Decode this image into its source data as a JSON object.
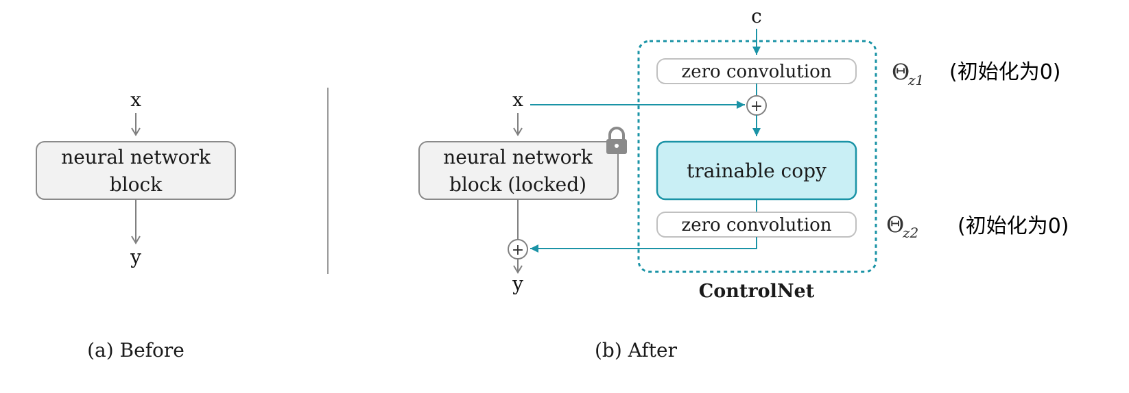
{
  "before": {
    "input_label": "x",
    "block_line1": "neural network",
    "block_line2": "block",
    "output_label": "y",
    "caption": "(a) Before"
  },
  "after": {
    "input_label": "x",
    "locked_block_line1": "neural network",
    "locked_block_line2": "block (locked)",
    "lock_icon": "lock-icon",
    "output_label": "y",
    "plus_symbol": "+",
    "caption": "(b) After"
  },
  "controlnet": {
    "condition_label": "c",
    "zero_conv_top": "zero convolution",
    "trainable_copy": "trainable copy",
    "zero_conv_bottom": "zero convolution",
    "plus_symbol": "+",
    "title": "ControlNet",
    "theta_symbol": "Θ",
    "theta1_subscript": "z1",
    "theta2_subscript": "z2",
    "theta1_note": "(初始化为0)",
    "theta2_note": "(初始化为0)"
  },
  "colors": {
    "teal": "#1a93a6",
    "gray_line": "#808080",
    "block_fill": "#f2f2f2",
    "block_stroke": "#8a8a8a",
    "trainable_fill": "#c9eff5",
    "zero_conv_stroke": "#c0c0c0"
  }
}
